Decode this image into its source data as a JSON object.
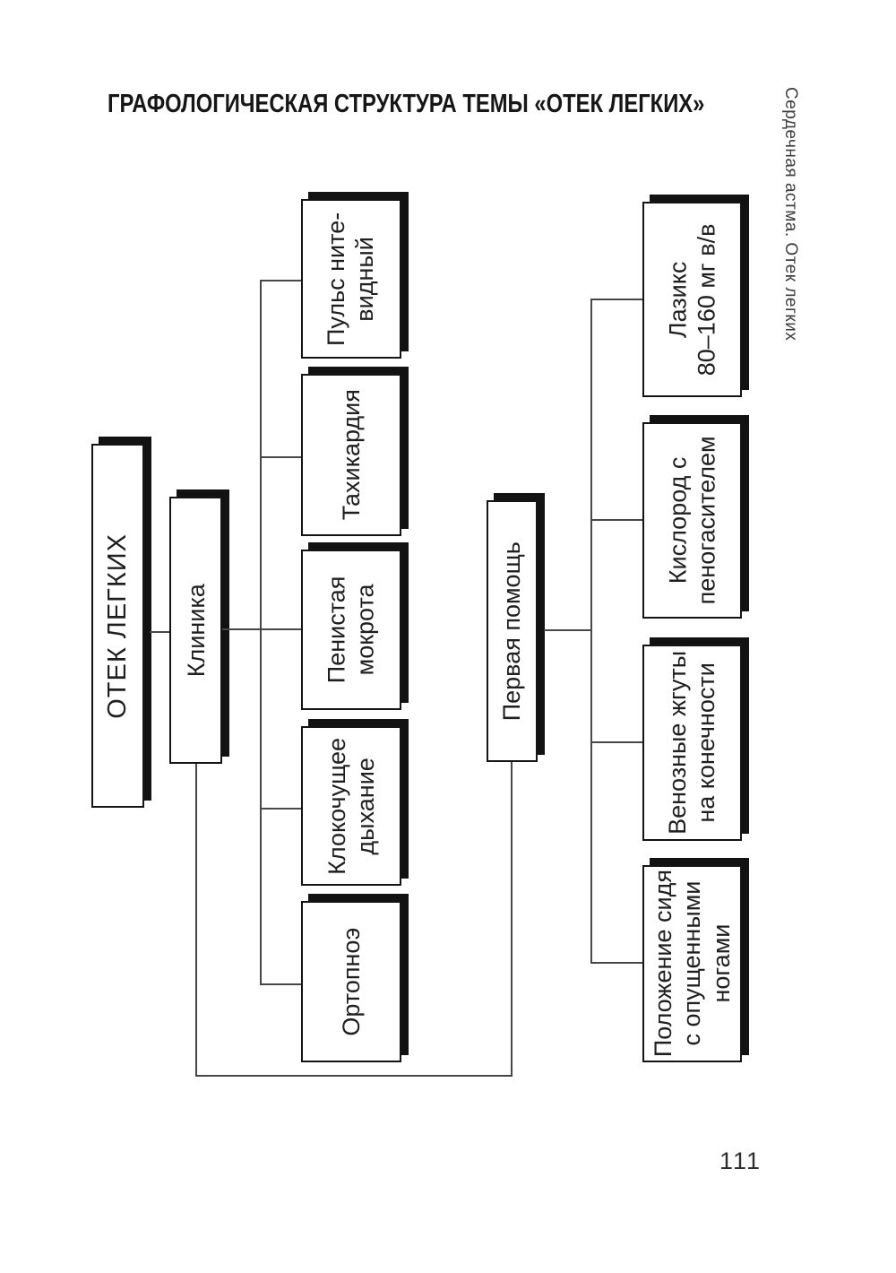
{
  "page": {
    "title": "ГРАФОЛОГИЧЕСКАЯ СТРУКТУРА ТЕМЫ «ОТЕК ЛЕГКИХ»",
    "margin_note": "Сердечная астма. Отек легких",
    "page_number": "111"
  },
  "colors": {
    "paper": "#ffffff",
    "ink": "#1f1f1f",
    "box_border": "#141414",
    "box_shadow": "#121212",
    "connector": "#474747"
  },
  "nodes": {
    "root": {
      "label": "ОТЕК ЛЕГКИХ"
    },
    "klinika": {
      "label": "Клиника"
    },
    "pervaya_pomoshch": {
      "label": "Первая помощь"
    },
    "puls": {
      "label": "Пульс ните-\nвидный"
    },
    "tahikardiya": {
      "label": "Тахикардия"
    },
    "penistaya": {
      "label": "Пенистая\nмокрота"
    },
    "klokochushchee": {
      "label": "Клокочущее\nдыхание"
    },
    "ortopnoe": {
      "label": "Ортопноэ"
    },
    "laziks": {
      "label": "Лазикс\n80–160 мг в/в"
    },
    "kislorod": {
      "label": "Кислород с\nпеногасителем"
    },
    "venoznye": {
      "label": "Венозные жгуты\nна конечности"
    },
    "polozhenie": {
      "label": "Положение сидя\nс опущенными\nногами"
    }
  }
}
